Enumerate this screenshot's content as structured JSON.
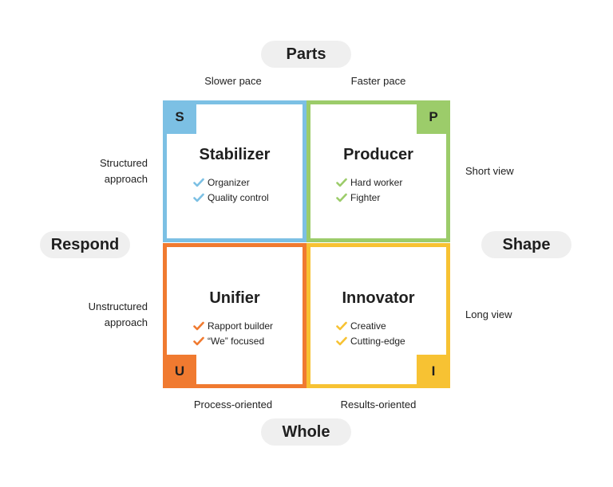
{
  "axes": {
    "top": "Parts",
    "bottom": "Whole",
    "left": "Respond",
    "right": "Shape"
  },
  "top_labels": {
    "left": "Slower pace",
    "right": "Faster pace"
  },
  "bottom_labels": {
    "left": "Process-oriented",
    "right": "Results-oriented"
  },
  "left_labels": {
    "top": [
      "Structured",
      "approach"
    ],
    "bottom": [
      "Unstructured",
      "approach"
    ]
  },
  "right_labels": {
    "top": "Short view",
    "bottom": "Long view"
  },
  "quadrants": {
    "stabilizer": {
      "letter": "S",
      "title": "Stabilizer",
      "items": [
        "Organizer",
        "Quality control"
      ],
      "color": "#7cc0e4"
    },
    "producer": {
      "letter": "P",
      "title": "Producer",
      "items": [
        "Hard worker",
        "Fighter"
      ],
      "color": "#9ccc6a"
    },
    "unifier": {
      "letter": "U",
      "title": "Unifier",
      "items": [
        "Rapport builder",
        "“We” focused"
      ],
      "color": "#f07a30"
    },
    "innovator": {
      "letter": "I",
      "title": "Innovator",
      "items": [
        "Creative",
        "Cutting-edge"
      ],
      "color": "#f7c233"
    }
  },
  "icons": {
    "bullet": "check-icon"
  }
}
